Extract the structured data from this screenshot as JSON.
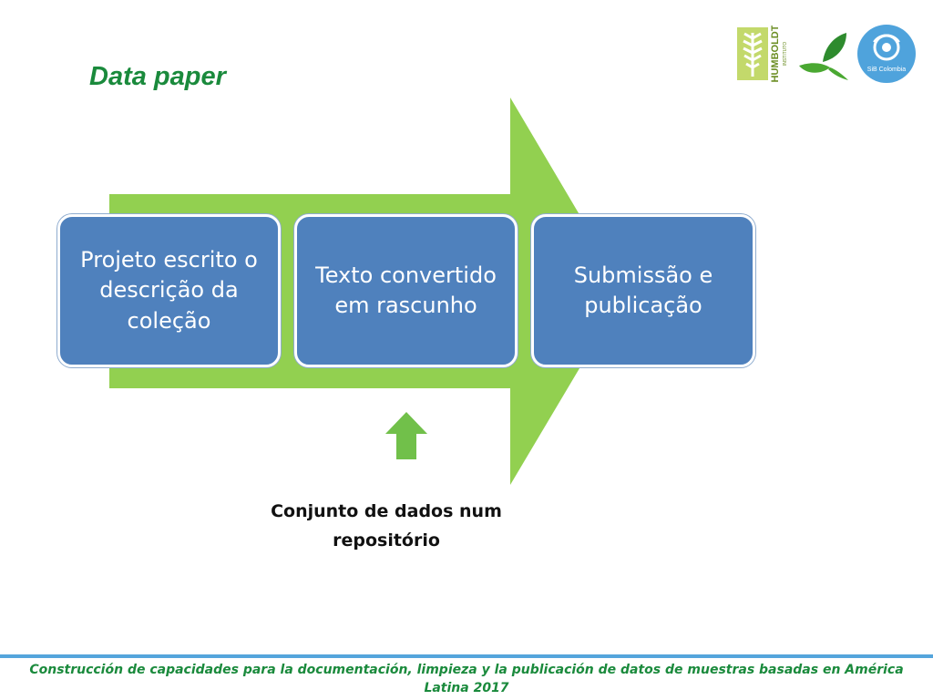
{
  "slide": {
    "title": "Data paper"
  },
  "logos": {
    "humboldt": {
      "icon": "humboldt-institute-logo",
      "word": "HUMBOLDT",
      "prefix": "INSTITUTO"
    },
    "leaf": {
      "icon": "leaf-logo"
    },
    "sib": {
      "icon": "sib-colombia-logo",
      "label": "SiB Colombia"
    }
  },
  "diagram": {
    "steps": [
      {
        "label": "Projeto escrito o descrição da coleção"
      },
      {
        "label": "Texto convertido em rascunho"
      },
      {
        "label": "Submissão e publicação"
      }
    ],
    "input_caption": "Conjunto de dados num repositório"
  },
  "colors": {
    "arrow": "#92d050",
    "box": "#4f81bd",
    "title": "#1a8a3c",
    "footer_line": "#54a5dc"
  },
  "footer": {
    "text": "Construcción de capacidades para la documentación, limpieza y la publicación de datos de muestras basadas en América Latina 2017"
  }
}
